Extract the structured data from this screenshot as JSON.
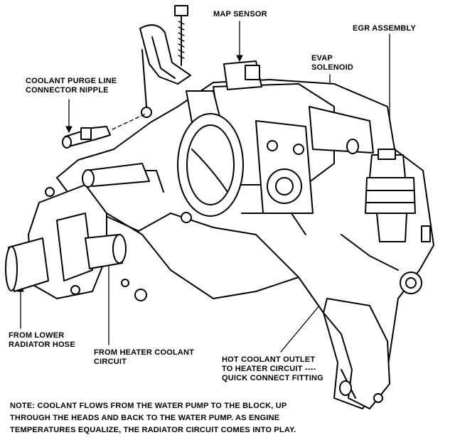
{
  "labels": {
    "map_sensor": "MAP SENSOR",
    "egr_assembly": "EGR ASSEMBLY",
    "evap_line1": "EVAP",
    "evap_line2": "SOLENOID",
    "purge_line1": "COOLANT PURGE LINE",
    "purge_line2": "CONNECTOR NIPPLE",
    "lower_line1": "FROM LOWER",
    "lower_line2": "RADIATOR HOSE",
    "heater_line1": "FROM HEATER COOLANT",
    "heater_line2": "CIRCUIT",
    "hot_line1": "HOT COOLANT OUTLET",
    "hot_line2": "TO HEATER CIRCUIT ----",
    "hot_line3": "QUICK CONNECT FITTING"
  },
  "note": {
    "line1": "NOTE: COOLANT FLOWS FROM THE WATER PUMP TO THE BLOCK, UP",
    "line2": "THROUGH THE HEADS AND BACK TO THE WATER PUMP. AS ENGINE",
    "line3": "TEMPERATURES EQUALIZE, THE RADIATOR CIRCUIT COMES INTO PLAY."
  }
}
